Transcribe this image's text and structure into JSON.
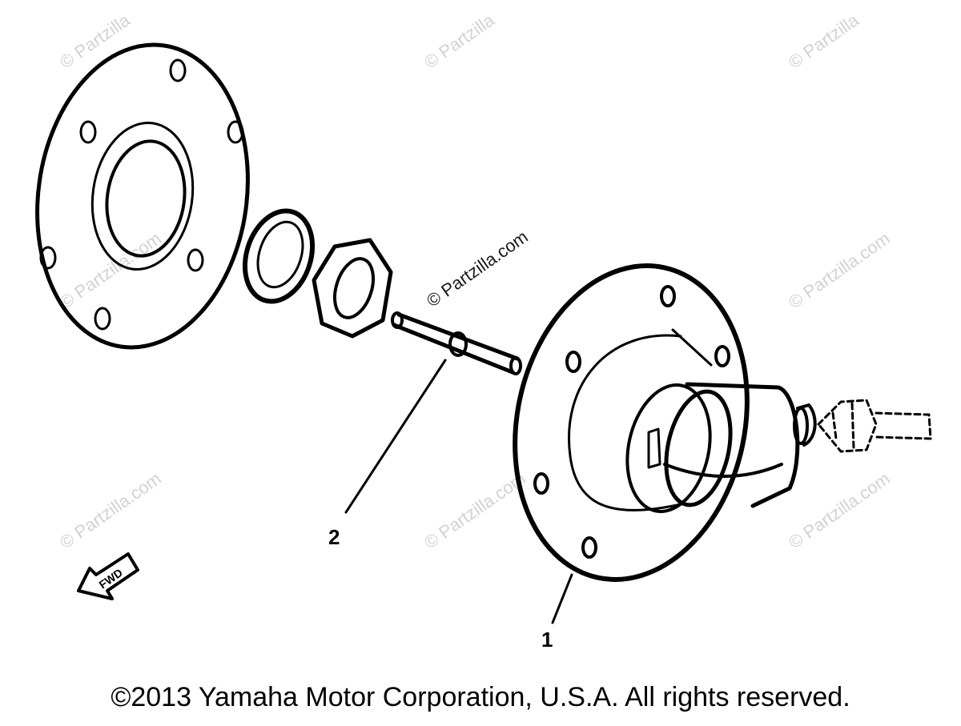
{
  "watermark": "© Partzilla",
  "watermark_center": "© Partzilla.com",
  "watermark_small": "© Partzilla.com",
  "callouts": {
    "part1": "1",
    "part2": "2"
  },
  "fwd_label": "FWD",
  "copyright": "©2013 Yamaha Motor Corporation, U.S.A. All rights reserved."
}
